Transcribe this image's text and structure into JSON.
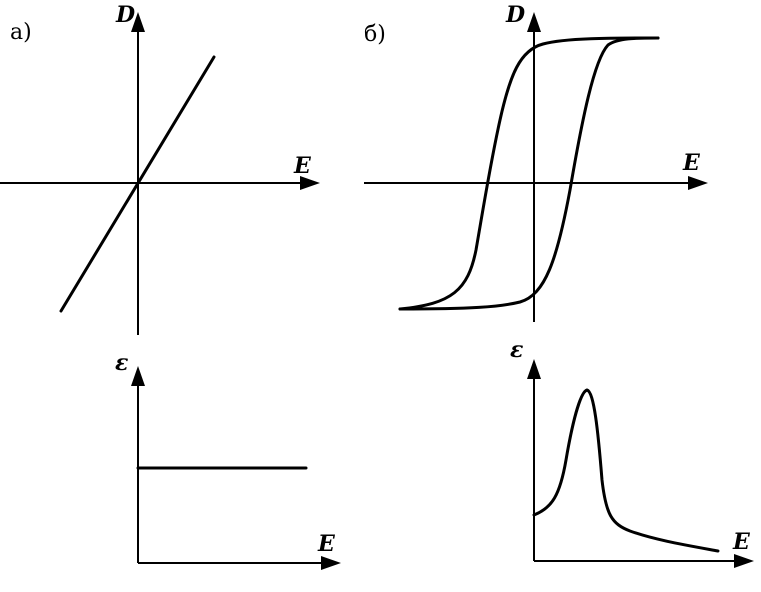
{
  "panels": {
    "a": {
      "label": "а)",
      "upper": {
        "y_label": "D",
        "x_label": "E"
      },
      "lower": {
        "y_label": "ε",
        "x_label": "E"
      }
    },
    "b": {
      "label": "б)",
      "upper": {
        "y_label": "D",
        "x_label": "E"
      },
      "lower": {
        "y_label": "ε",
        "x_label": "E"
      }
    }
  }
}
